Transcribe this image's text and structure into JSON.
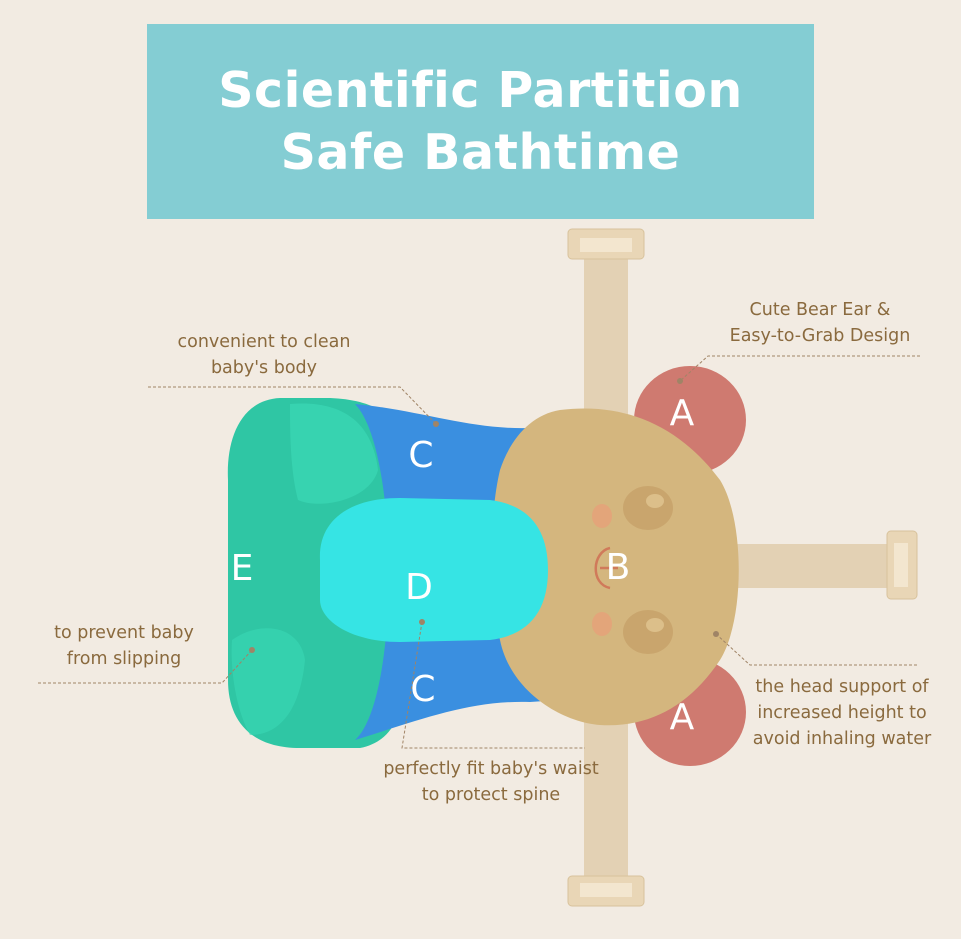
{
  "banner": {
    "line1": "Scientific Partition",
    "line2": "Safe Bathtime"
  },
  "zones": {
    "A_top": "A",
    "A_bottom": "A",
    "B": "B",
    "C_top": "C",
    "C_bottom": "C",
    "D": "D",
    "E": "E"
  },
  "callouts": {
    "bear_ear": {
      "line1": "Cute Bear Ear &",
      "line2": "Easy-to-Grab Design"
    },
    "clean_body": {
      "line1": "convenient to clean",
      "line2": "baby's body"
    },
    "slipping": {
      "line1": "to prevent baby",
      "line2": "from slipping"
    },
    "waist": {
      "line1": "perfectly fit baby's waist",
      "line2": "to protect spine"
    },
    "head_support": {
      "line1": "the head support of",
      "line2": "increased height to",
      "line3": "avoid inhaling water"
    }
  },
  "colors": {
    "background": "#f2ebe2",
    "banner": "#84cdd3",
    "ear": "#cf7a70",
    "head": "#d4b67e",
    "waist_blue": "#3a8fe0",
    "seat_cyan": "#36e4e4",
    "leg_green": "#2fc6a4",
    "strap": "#e3d1b4",
    "callout_text": "#8a6a3e",
    "leader_line": "#a08466"
  }
}
